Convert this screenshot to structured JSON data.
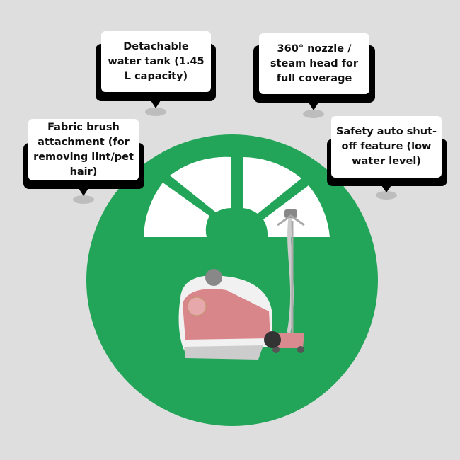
{
  "callouts": [
    {
      "text": "Detachable water tank (1.45 L capacity)"
    },
    {
      "text": "360° nozzle / steam head for full coverage"
    },
    {
      "text": "Fabric brush attachment (for removing lint/pet hair)"
    },
    {
      "text": "Safety auto shut-off feature (low water level)"
    }
  ],
  "colors": {
    "background": "#dedede",
    "circle": "#22a558",
    "card": "#ffffff",
    "shadow": "#000000"
  }
}
